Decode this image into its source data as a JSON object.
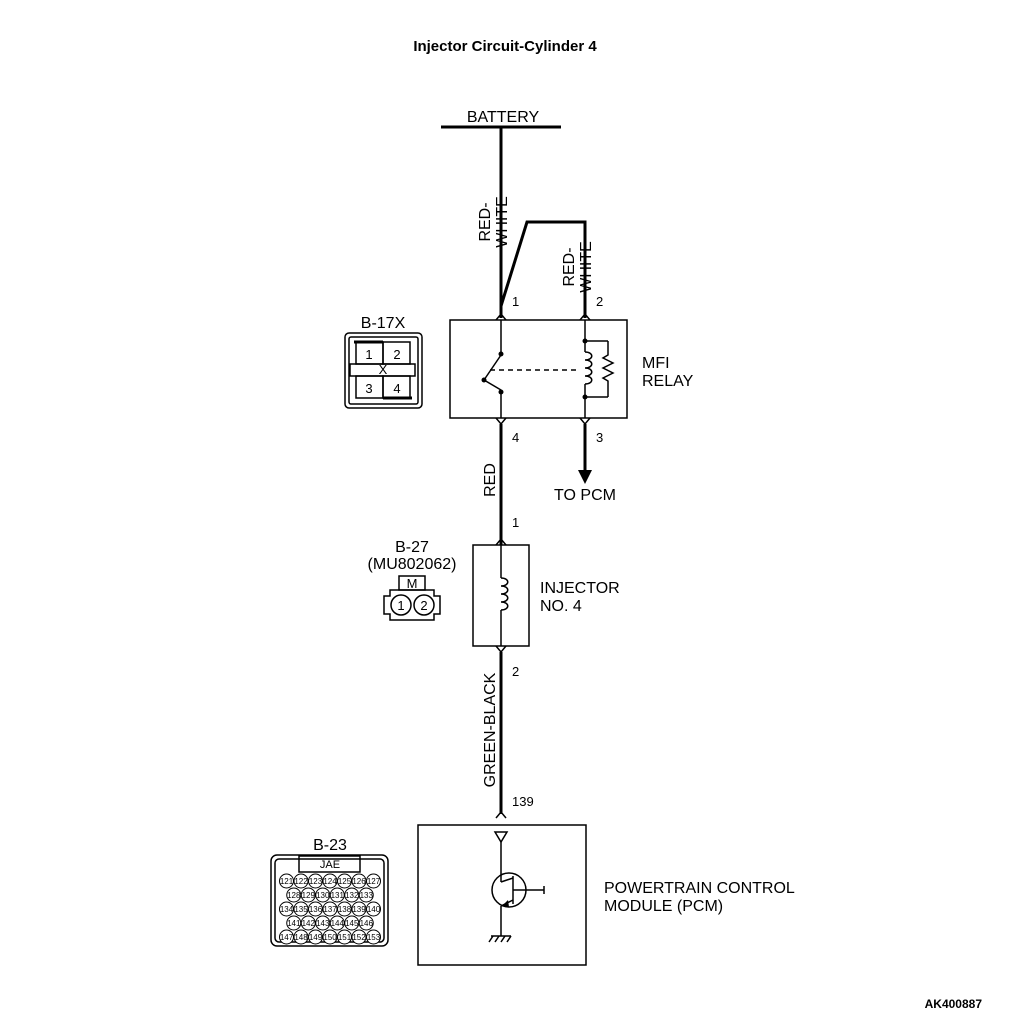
{
  "title": "Injector Circuit-Cylinder 4",
  "figure_code": "AK400887",
  "battery_label": "BATTERY",
  "wires": {
    "battery_to_relay_color": "RED-WHITE",
    "relay_pin2_color": "RED-WHITE",
    "relay_to_injector_color": "RED",
    "injector_to_pcm_color": "GREEN-BLACK"
  },
  "relay": {
    "name_line1": "MFI",
    "name_line2": "RELAY",
    "pins": {
      "p1": "1",
      "p2": "2",
      "p3": "3",
      "p4": "4"
    },
    "to_pcm": "TO PCM"
  },
  "injector": {
    "name_line1": "INJECTOR",
    "name_line2": "NO. 4",
    "pins": {
      "p1": "1",
      "p2": "2"
    }
  },
  "pcm": {
    "name_line1": "POWERTRAIN CONTROL",
    "name_line2": "MODULE (PCM)",
    "pin": "139"
  },
  "connectors": {
    "b17x": {
      "label": "B-17X",
      "pins": [
        "1",
        "2",
        "X",
        "3",
        "4"
      ]
    },
    "b27": {
      "label": "B-27",
      "part": "(MU802062)",
      "key": "M",
      "pins": [
        "1",
        "2"
      ]
    },
    "b23": {
      "label": "B-23",
      "brand": "JAE",
      "rows": [
        [
          "121",
          "122",
          "123",
          "124",
          "125",
          "126",
          "127"
        ],
        [
          "128",
          "129",
          "130",
          "131",
          "132",
          "133"
        ],
        [
          "134",
          "135",
          "136",
          "137",
          "138",
          "139",
          "140"
        ],
        [
          "141",
          "142",
          "143",
          "144",
          "145",
          "146"
        ],
        [
          "147",
          "148",
          "149",
          "150",
          "151",
          "152",
          "153"
        ]
      ]
    }
  }
}
